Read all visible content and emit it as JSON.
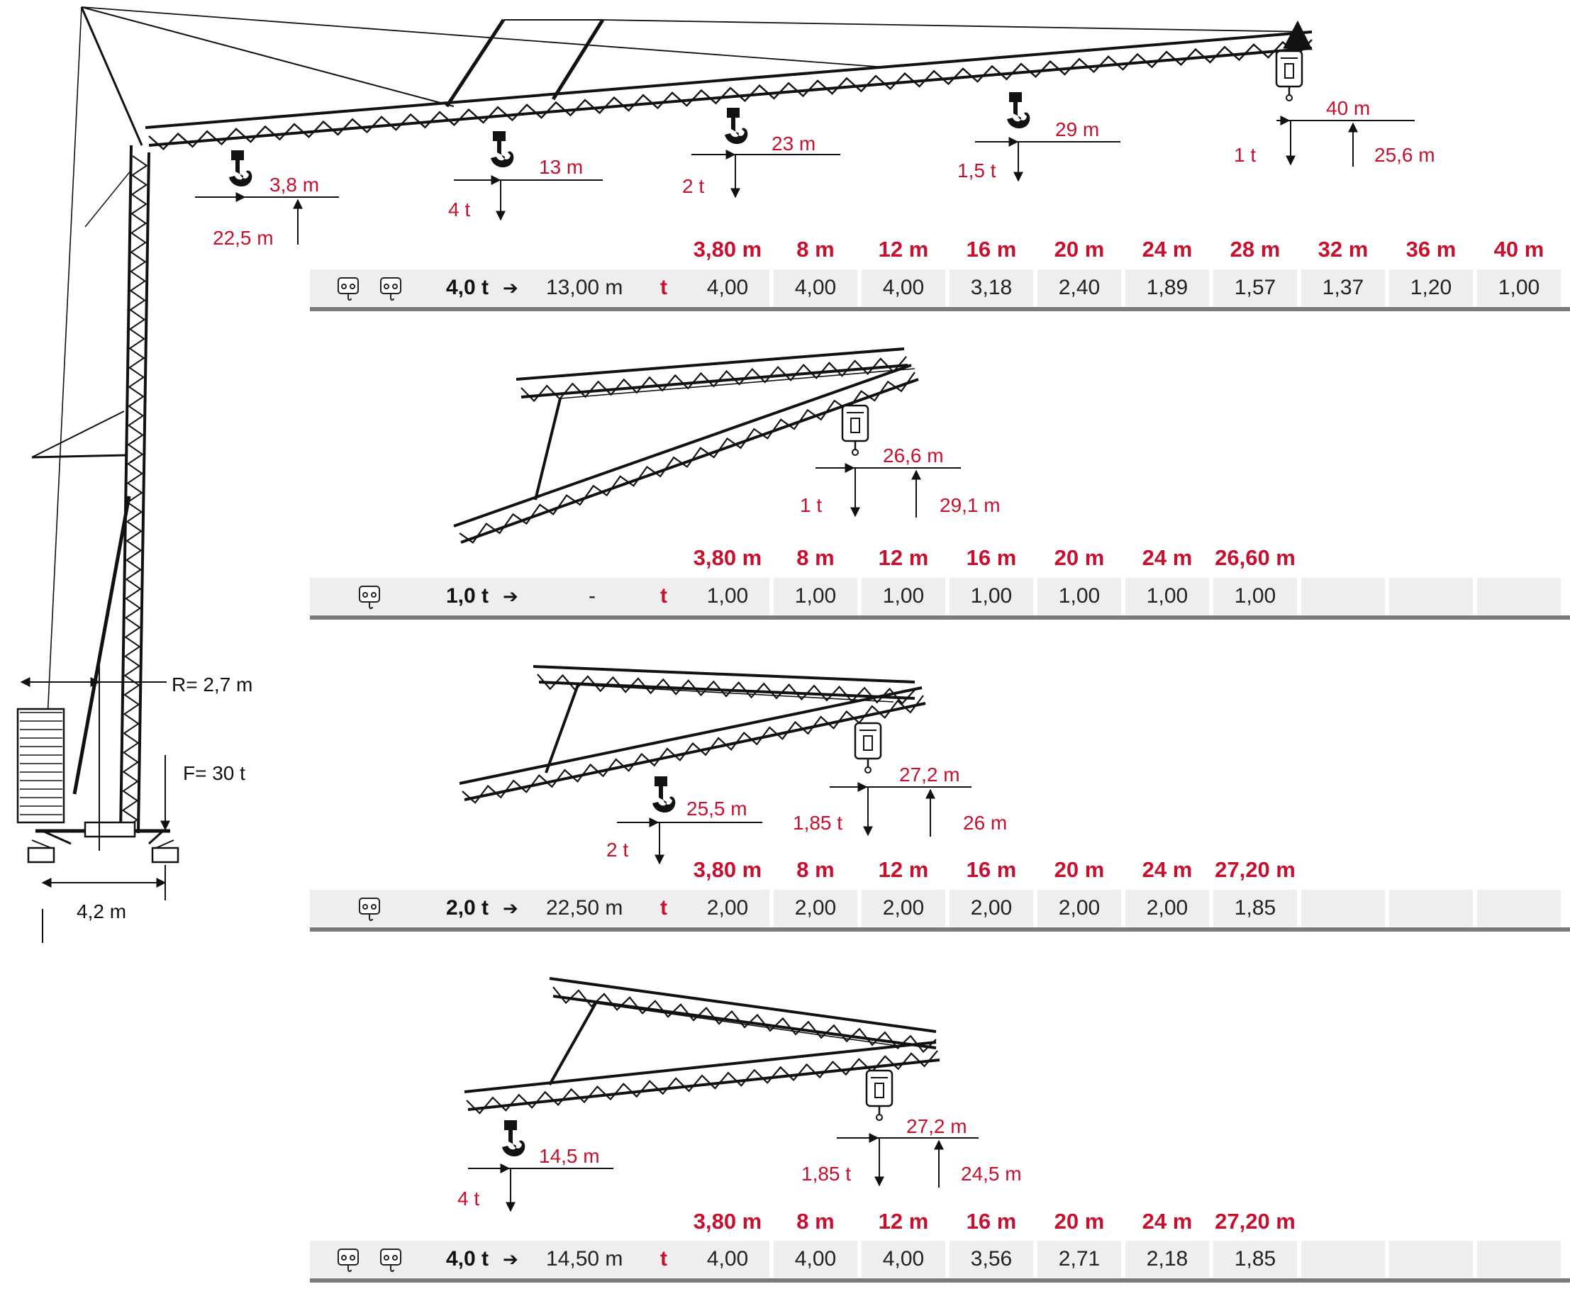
{
  "colors": {
    "accent": "#c8102e",
    "table_bg": "#eeeeee",
    "bar": "#7a7a7a"
  },
  "crane": {
    "radius_label": "R= 2,7 m",
    "force_label": "F= 30 t",
    "base_label": "4,2 m"
  },
  "configs": [
    {
      "callouts": [
        {
          "dist": "3,8 m",
          "load": "",
          "height": "22,5 m"
        },
        {
          "dist": "13 m",
          "load": "4 t",
          "height": ""
        },
        {
          "dist": "23 m",
          "load": "2 t",
          "height": ""
        },
        {
          "dist": "29 m",
          "load": "1,5 t",
          "height": ""
        },
        {
          "dist": "40 m",
          "load": "1 t",
          "height": "25,6 m"
        }
      ],
      "headers": [
        "3,80 m",
        "8 m",
        "12 m",
        "16 m",
        "20 m",
        "24 m",
        "28 m",
        "32 m",
        "36 m",
        "40 m"
      ],
      "max_load": "4,0 t",
      "reach": "13,00 m",
      "unit": "t",
      "values": [
        "4,00",
        "4,00",
        "4,00",
        "3,18",
        "2,40",
        "1,89",
        "1,57",
        "1,37",
        "1,20",
        "1,00"
      ]
    },
    {
      "callouts": [
        {
          "dist": "26,6 m",
          "load": "1 t",
          "height": "29,1 m"
        }
      ],
      "headers": [
        "3,80 m",
        "8 m",
        "12 m",
        "16 m",
        "20 m",
        "24 m",
        "26,60 m"
      ],
      "max_load": "1,0 t",
      "reach": "-",
      "unit": "t",
      "values": [
        "1,00",
        "1,00",
        "1,00",
        "1,00",
        "1,00",
        "1,00",
        "1,00"
      ]
    },
    {
      "callouts": [
        {
          "dist": "25,5 m",
          "load": "2 t",
          "height": ""
        },
        {
          "dist": "27,2 m",
          "load": "1,85 t",
          "height": "26 m"
        }
      ],
      "headers": [
        "3,80 m",
        "8 m",
        "12 m",
        "16 m",
        "20 m",
        "24 m",
        "27,20 m"
      ],
      "max_load": "2,0 t",
      "reach": "22,50 m",
      "unit": "t",
      "values": [
        "2,00",
        "2,00",
        "2,00",
        "2,00",
        "2,00",
        "2,00",
        "1,85"
      ]
    },
    {
      "callouts": [
        {
          "dist": "14,5 m",
          "load": "4 t",
          "height": ""
        },
        {
          "dist": "27,2 m",
          "load": "1,85 t",
          "height": "24,5 m"
        }
      ],
      "headers": [
        "3,80 m",
        "8 m",
        "12 m",
        "16 m",
        "20 m",
        "24 m",
        "27,20 m"
      ],
      "max_load": "4,0 t",
      "reach": "14,50 m",
      "unit": "t",
      "values": [
        "4,00",
        "4,00",
        "4,00",
        "3,56",
        "2,71",
        "2,18",
        "1,85"
      ]
    }
  ]
}
